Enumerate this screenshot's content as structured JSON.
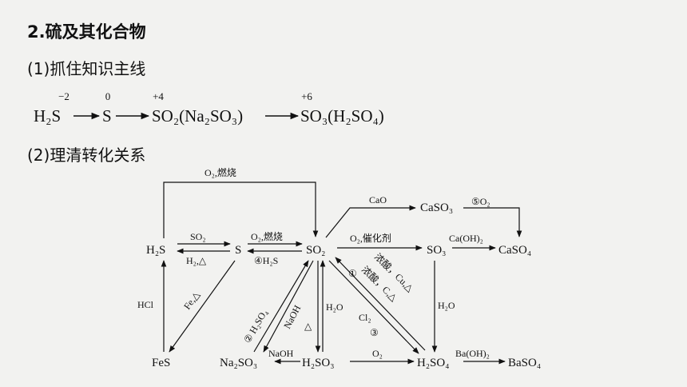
{
  "heading": "2.硫及其化合物",
  "section1": "(1)抓住知识主线",
  "section2": "(2)理清转化关系",
  "mainline": {
    "items": [
      {
        "formula": "H₂S",
        "ox": "−2"
      },
      {
        "formula": "S",
        "ox": "0"
      },
      {
        "formula": "SO₂(Na₂SO₃)",
        "ox": "+4"
      },
      {
        "formula": "SO₃(H₂SO₄)",
        "ox": "+6"
      }
    ]
  },
  "nodes": {
    "h2s": "H₂S",
    "s": "S",
    "so2": "SO₂",
    "so3": "SO₃",
    "caso4": "CaSO₄",
    "caso3": "CaSO₃",
    "fes": "FeS",
    "na2so3": "Na₂SO₃",
    "h2so3": "H₂SO₃",
    "h2so4": "H₂SO₄",
    "baso4": "BaSO₄"
  },
  "labels": {
    "top_o2": "O₂,燃烧",
    "h2s_s_top": "SO₂",
    "h2s_s_bottom": "H₂,△",
    "s_so2_top": "O₂,燃烧",
    "s_so2_bottom": "④H₂S",
    "so2_so3": "O₂,催化剂",
    "so3_caso4": "Ca(OH)₂",
    "cao": "CaO",
    "caso3_caso4": "⑤O₂",
    "hcl": "HCl",
    "fe": "Fe,△",
    "h2so4_label": "② H₂SO₄",
    "naoh_up": "NaOH",
    "delta": "△",
    "h2o_left": "H₂O",
    "cl2": "Cl₂",
    "circle3": "③",
    "circle1": "①",
    "conc_cu": "浓酸，Cu,△",
    "conc_c": "浓酸，C,△",
    "h2o_right": "H₂O",
    "naoh_bottom": "NaOH",
    "o2_bottom": "O₂",
    "baoh2": "Ba(OH)₂"
  }
}
